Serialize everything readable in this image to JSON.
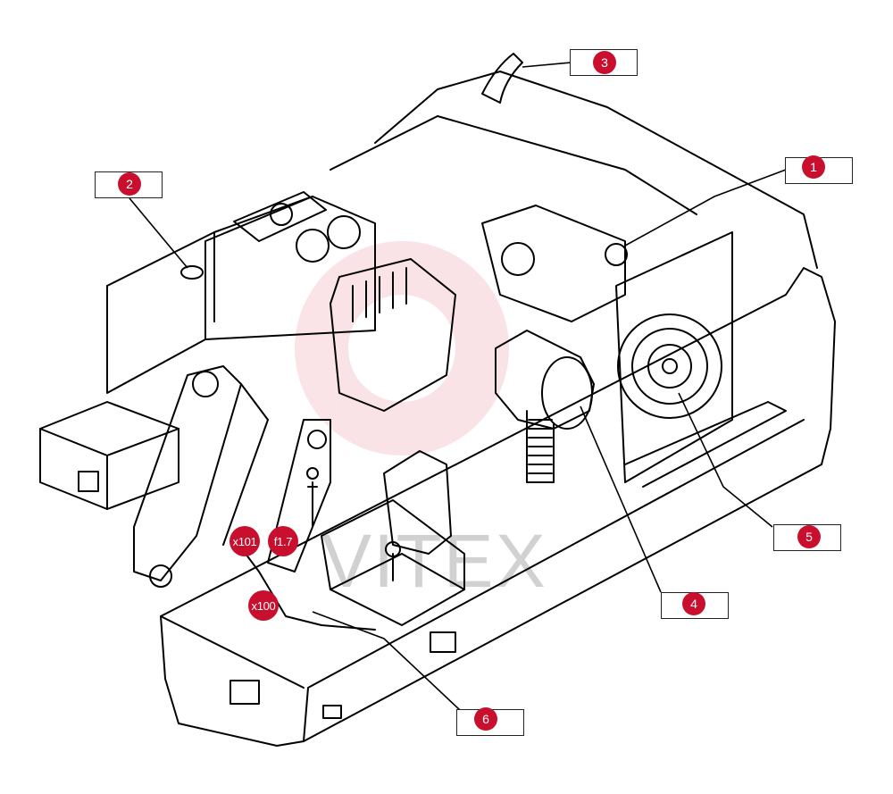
{
  "diagram": {
    "watermark_text": "VITEX",
    "accent_color": "#c8102e",
    "callouts": [
      {
        "id": "1",
        "label": "1"
      },
      {
        "id": "2",
        "label": "2"
      },
      {
        "id": "3",
        "label": "3"
      },
      {
        "id": "4",
        "label": "4"
      },
      {
        "id": "5",
        "label": "5"
      },
      {
        "id": "6",
        "label": "6"
      }
    ],
    "component_markers": [
      {
        "label": "x101"
      },
      {
        "label": "f1.7"
      },
      {
        "label": "x100"
      }
    ]
  }
}
